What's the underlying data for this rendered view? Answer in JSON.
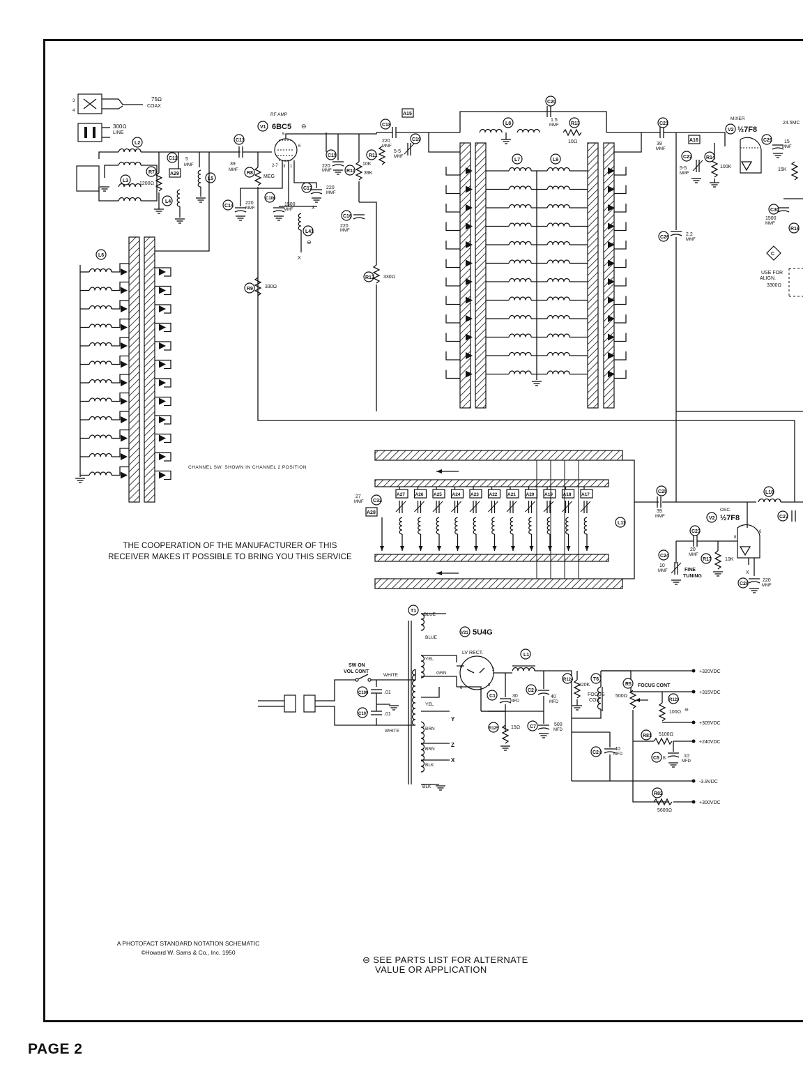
{
  "page": {
    "label": "PAGE 2"
  },
  "notes": {
    "cooperation_line1": "THE COOPERATION OF THE MANUFACTURER OF THIS",
    "cooperation_line2": "RECEIVER MAKES IT POSSIBLE TO BRING YOU THIS SERVICE",
    "photofact_line1": "A PHOTOFACT STANDARD NOTATION SCHEMATIC",
    "photofact_line2": "©Howard W. Sams & Co., Inc. 1950",
    "see_parts_line1": "⊖ SEE PARTS LIST FOR ALTERNATE",
    "see_parts_line2": "VALUE OR APPLICATION",
    "channel_switch": "CHANNEL SW. SHOWN IN CHANNEL 2 POSITION"
  },
  "antenna": {
    "coax_imp": "75Ω",
    "coax_label": "COAX",
    "line_imp": "300Ω",
    "line_label": "LINE"
  },
  "tubes": {
    "rf_amp_title": "RF AMP",
    "v1": "V1",
    "v1_type": "6BC5",
    "mixer_title": "MIXER",
    "v2": "V2",
    "v2_type": "½7F8",
    "osc_title": "OSC.",
    "v2b": "V2",
    "v2b_type": "½7F8",
    "v21": "V21",
    "v21_type": "5U4G",
    "lv_rect": "LV RECT.",
    "if_freq": "24.5MC"
  },
  "front_end": {
    "L2": "L2",
    "L3": "L3",
    "L4": "L4",
    "L5": "L5",
    "L6": "L6",
    "R7": "R7",
    "R7_val": "1200Ω",
    "C12": "C12",
    "C12_val": "5",
    "C12_unit": "MMF",
    "A29": "A29",
    "C13": "C13",
    "C13_val": "39",
    "C13_unit": "MMF",
    "R8": "R8",
    "R8_val": "MEG",
    "C14": "C14",
    "C14_val": "220",
    "C14_unit": "MMF",
    "C106": "C106",
    "C106_val": "1500",
    "C106_unit": "MMF",
    "C17": "C17",
    "C17_val": "220",
    "C17_unit": "MMF",
    "L41": "L41",
    "C15": "C15",
    "C15_val": "220",
    "C15_unit": "MMF",
    "R10": "R10",
    "R10_val": "39K",
    "C16": "C16",
    "C16_val": "220",
    "C16_unit": "MMF",
    "R9": "R9",
    "R9_val": "330Ω",
    "R12": "R12",
    "R12_val": "330Ω",
    "C18": "C18",
    "C18_val": "220",
    "C18_unit": "MMF",
    "C19": "C19",
    "C19_val": "5-5",
    "C19_unit": "MMF",
    "R11": "R11",
    "R11_val": "10K",
    "A15": "A15",
    "C20": "C20",
    "C20_val": "1.5",
    "C20_unit": "MMF",
    "R13": "R13",
    "R13_val": "10Ω",
    "L7": "L7",
    "L8": "L8",
    "L9": "L9",
    "C21": "C21",
    "C21_val": "39",
    "C21_unit": "MMF",
    "A16": "A16",
    "C22": "C22",
    "C22_val": "5-5",
    "C22_unit": "MMF",
    "R14": "R14",
    "R14_val": "100K",
    "C26": "C26",
    "C26_val": "2.2",
    "C26_unit": "MMF",
    "C29": "C29",
    "C29_val": "15",
    "C29_unit": "MMF",
    "R15_val": "15K",
    "C30": "C30",
    "C30_val": "1500",
    "C30_unit": "MMF",
    "R16": "R16",
    "align_mark": "C",
    "align_1": "USE FOR",
    "align_2": "ALIGN.",
    "align_3": "3300Ω",
    "x_mark": "X",
    "theta": "⊖"
  },
  "oscillator": {
    "C25": "C25",
    "C25_val": "39",
    "C25_unit": "MMF",
    "L10": "L10",
    "L11": "L11",
    "C23": "C23",
    "C23_val": "20",
    "C23_unit": "MMF",
    "C24": "C24",
    "C24_val": "10",
    "C24_unit": "MMF",
    "fine_1": "FINE",
    "fine_2": "TUNING",
    "R17": "R17",
    "R17_val": "10K",
    "C28": "C28",
    "C28_val": "220",
    "C28_unit": "MMF",
    "C27": "C27",
    "C32": "C32",
    "C32_val": "27",
    "C32_unit": "MMF",
    "A28": "A28",
    "trimmers": [
      "A27",
      "A26",
      "A25",
      "A24",
      "A23",
      "A22",
      "A21",
      "A20",
      "A19",
      "A18",
      "A17"
    ]
  },
  "power": {
    "T1": "T1",
    "blue1": "BLUE",
    "blue2": "BLUE",
    "yel1": "YEL",
    "grn": "GRN",
    "yel2": "YEL",
    "white1": "WHITE",
    "white2": "WHITE",
    "brn1": "BRN",
    "brn2": "BRN",
    "blk1": "BLK",
    "blk2": "BLK",
    "y": "Y",
    "z": "Z",
    "x": "X",
    "sw_on": "SW ON",
    "vol_cont": "VOL CONT",
    "C108": "C108",
    "C108_val": ".01",
    "C107": "C107",
    "C107_val": ".01",
    "L1": "L1",
    "C1": "C1",
    "C1_val": "30",
    "C1_unit": "MFD",
    "C2A": "C2",
    "C2A_sfx": "A",
    "C2A_val": "40",
    "C2A_unit": "MFD",
    "R124": "R124",
    "R124_val": "220K",
    "focus_coil_1": "FOCUS",
    "focus_coil_2": "COIL",
    "T6": "T6",
    "R5": "R5",
    "focus_cont": "FOCUS CONT",
    "R5_val": "500Ω",
    "R123": "R123",
    "R123_val": "100Ω",
    "R125": "R125",
    "R125_val": "15Ω",
    "C7": "C7",
    "C7_val": "500",
    "C7_unit": "MFD",
    "R81": "R81",
    "R81_val": "5100Ω",
    "C2B": "C2",
    "C2B_sfx": "B",
    "C2B_val": "40",
    "C2B_unit": "MFD",
    "C5B": "C5",
    "C5B_sfx": "B",
    "C5B_val": "10",
    "C5B_unit": "MFD",
    "R82": "R82",
    "R82_val": "5600Ω",
    "rails": [
      "+320VDC",
      "+315VDC",
      "+305VDC",
      "+240VDC",
      "-3.9VDC",
      "+300VDC"
    ]
  }
}
